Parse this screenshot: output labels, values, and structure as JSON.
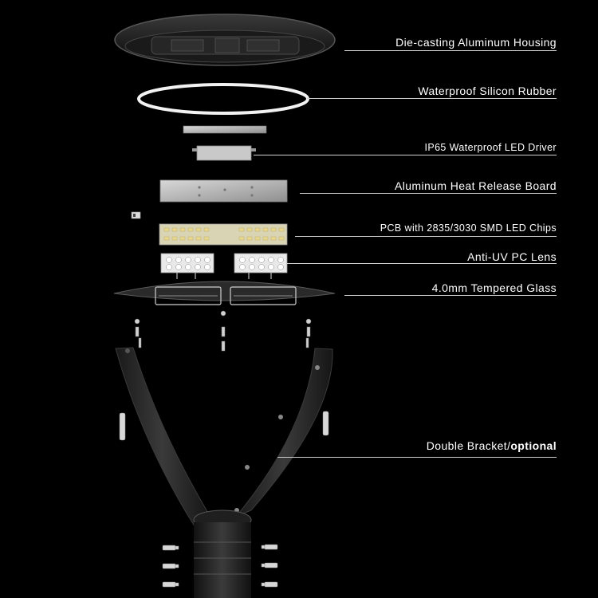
{
  "labels": {
    "housing": "Die-casting Aluminum Housing",
    "rubber": "Waterproof Silicon Rubber",
    "driver": "IP65 Waterproof LED Driver",
    "heat_board": "Aluminum Heat Release Board",
    "pcb": "PCB with 2835/3030 SMD LED Chips",
    "lens": "Anti-UV PC Lens",
    "glass": "4.0mm Tempered Glass",
    "bracket": "Double Bracket/",
    "bracket_emphasis": "optional"
  },
  "colors": {
    "background": "#000000",
    "text": "#ffffff",
    "leader": "#cfcfcf",
    "metal_dark": "#2a2a2a",
    "metal_light": "#bdbdbd",
    "led_yellow": "#e8d890"
  }
}
